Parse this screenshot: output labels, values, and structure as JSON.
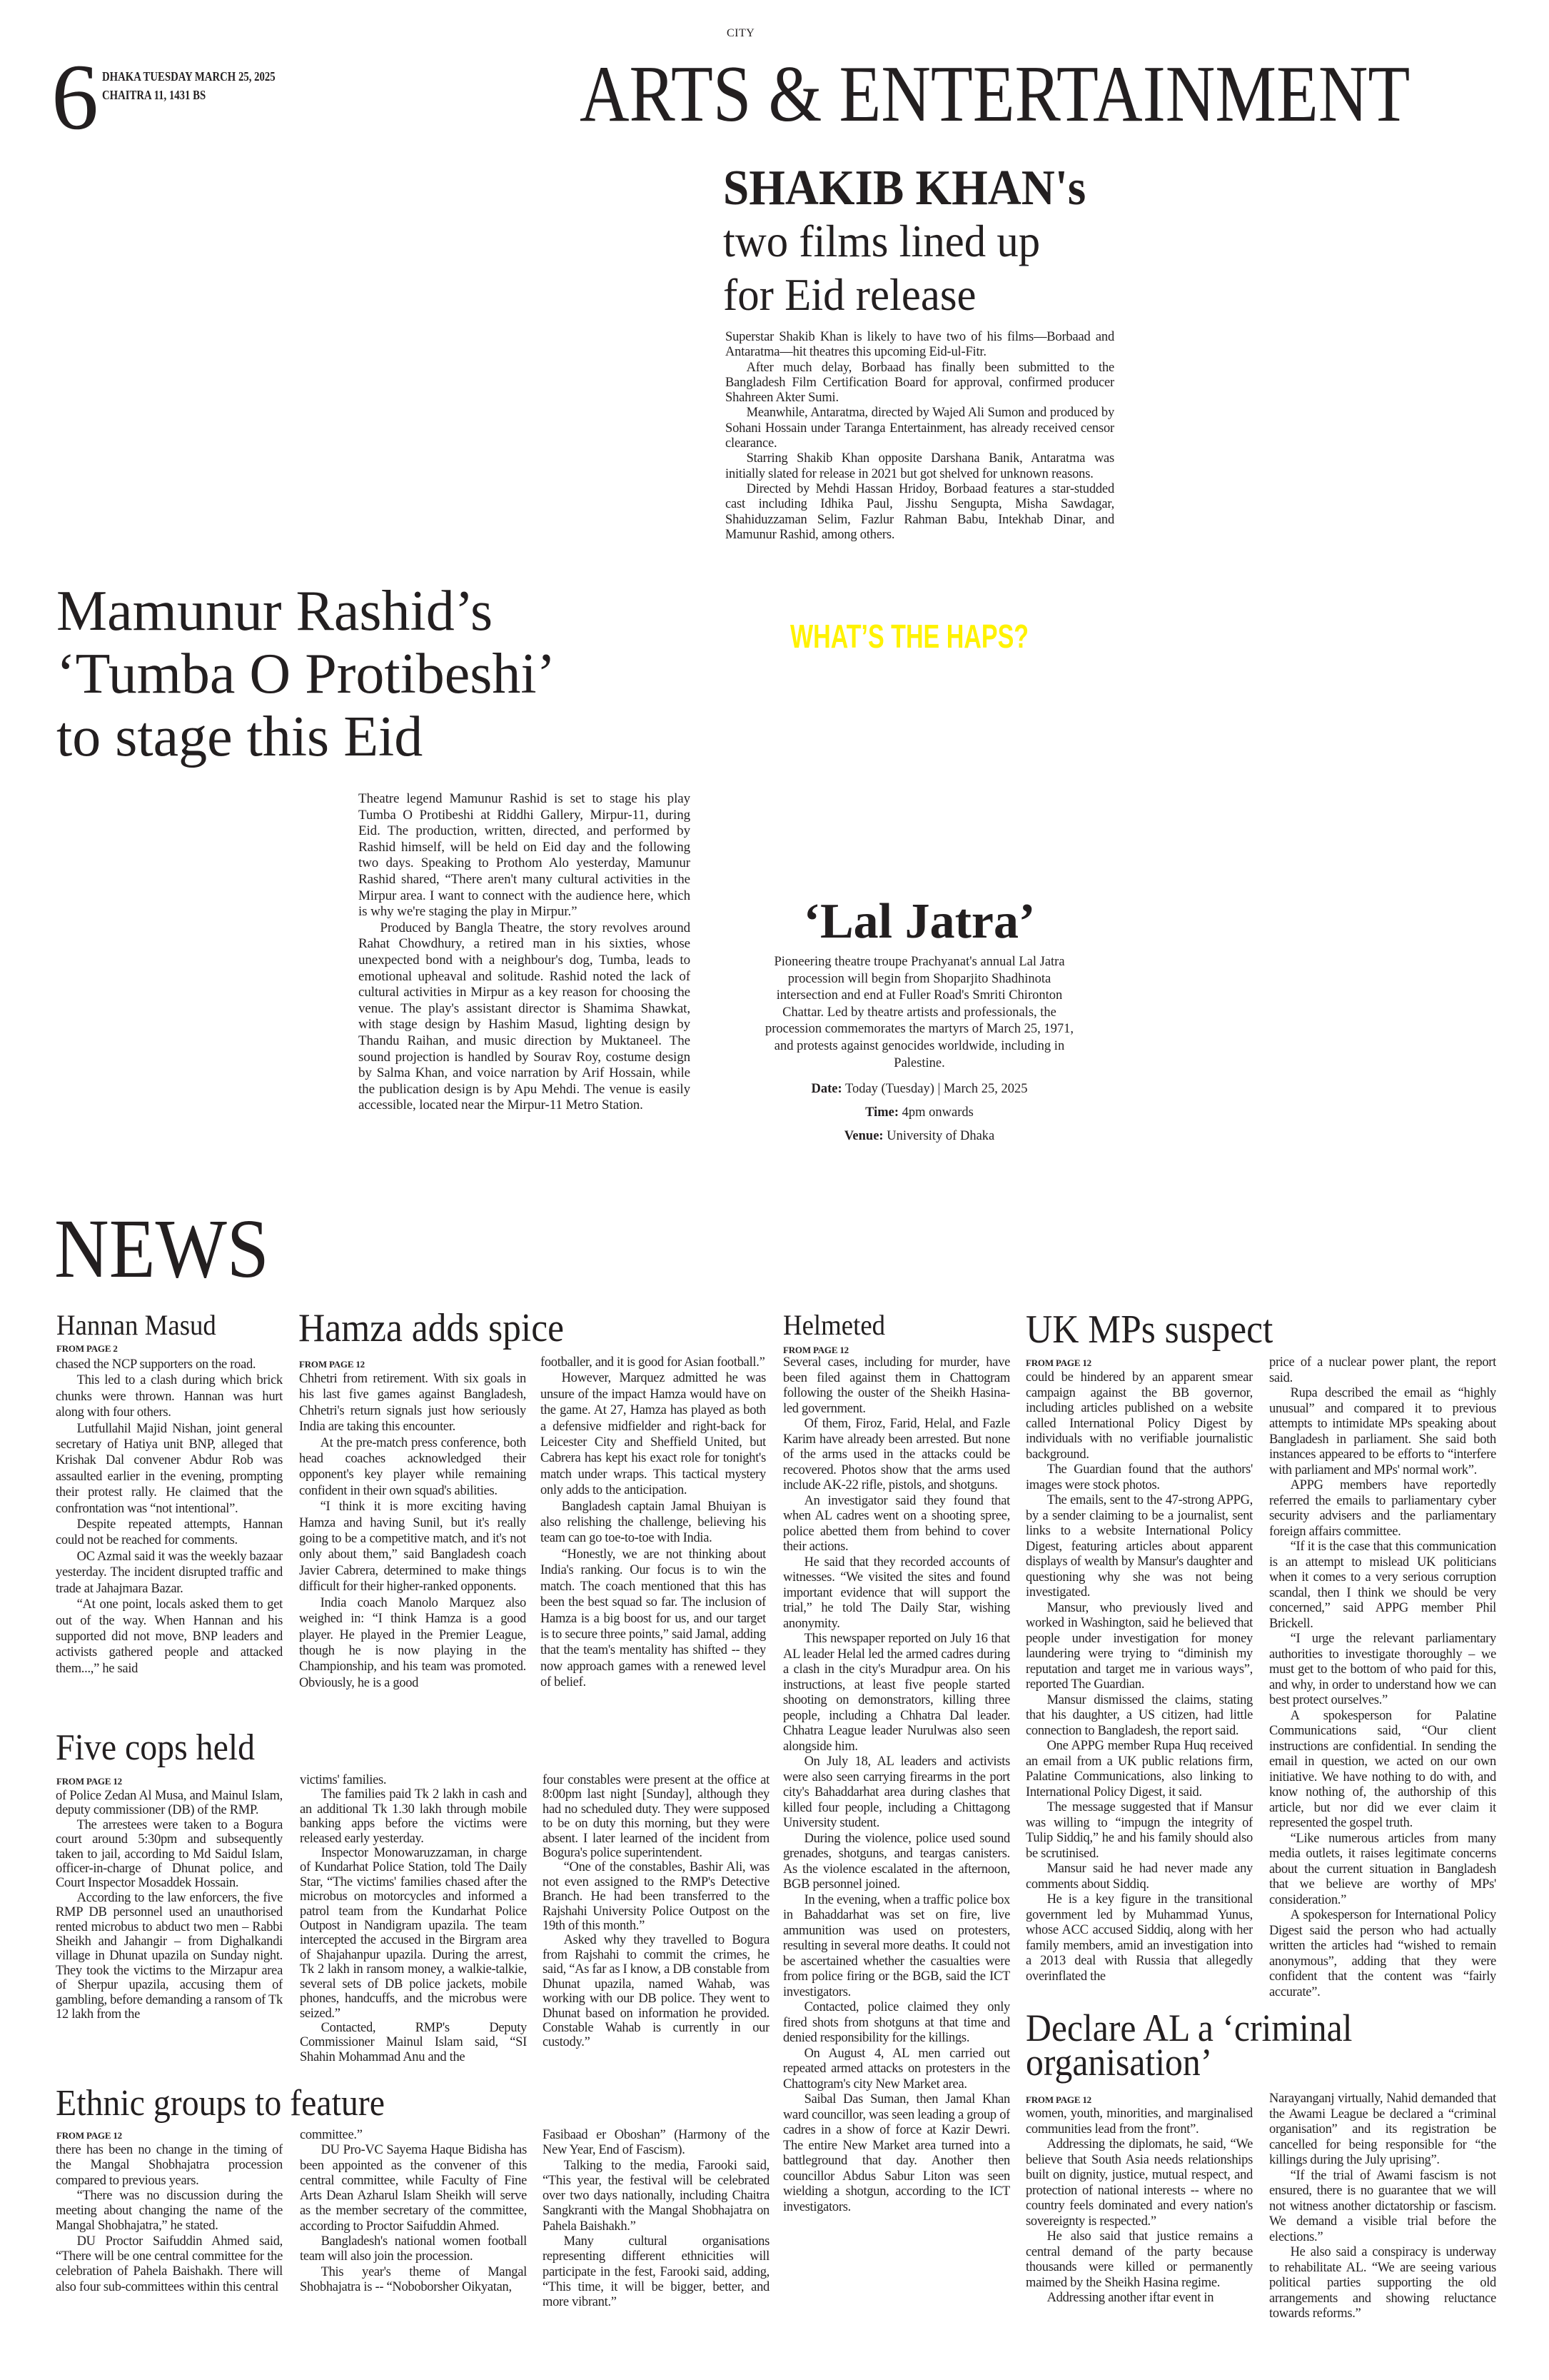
{
  "header": {
    "section_label": "CITY",
    "page_number": "6",
    "date_line": "DHAKA TUESDAY MARCH 25, 2025",
    "bengali_date": "CHAITRA 11, 1431 BS",
    "section_title": "ARTS & ENTERTAINMENT"
  },
  "arts": {
    "shakib": {
      "headline_bold": "SHAKIB KHAN's",
      "headline_line2": "two films lined up",
      "headline_line3": "for Eid release",
      "paragraphs": [
        "Superstar Shakib Khan is likely to have two of his films—Borbaad and Antaratma—hit theatres this upcoming Eid-ul-Fitr.",
        "After much delay, Borbaad has finally been submitted to the Bangladesh Film Certification Board for approval, confirmed producer Shahreen Akter Sumi.",
        "Meanwhile, Antaratma, directed by Wajed Ali Sumon and produced by Sohani Hossain under Taranga Entertainment, has already received censor clearance.",
        "Starring Shakib Khan opposite Darshana Banik, Antaratma was initially slated for release in 2021 but got shelved for unknown reasons.",
        "Directed by Mehdi Hassan Hridoy, Borbaad features a star-studded cast including Idhika Paul, Jisshu Sengupta, Misha Sawdagar, Shahiduzzaman Selim, Fazlur Rahman Babu, Intekhab Dinar, and Mamunur Rashid, among others."
      ]
    },
    "mamunur": {
      "headline_lines": [
        "Mamunur Rashid’s",
        "‘Tumba O Protibeshi’",
        "to stage this Eid"
      ],
      "paragraphs": [
        "Theatre legend Mamunur Rashid is set to stage his play Tumba O Protibeshi at Riddhi Gallery, Mirpur-11, during Eid. The production, written, directed, and performed by Rashid himself, will be held on Eid day and the following two days. Speaking to Prothom Alo yesterday, Mamunur Rashid shared, “There aren't many cultural activities in the Mirpur area. I want to connect with the audience here, which is why we're staging the play in Mirpur.”",
        "Produced by Bangla Theatre, the story revolves around Rahat Chowdhury, a retired man in his sixties, whose unexpected bond with a neighbour's dog, Tumba, leads to emotional upheaval and solitude. Rashid noted the lack of cultural activities in Mirpur as a key reason for choosing the venue. The play's assistant director is Shamima Shawkat, with stage design by Hashim Masud, lighting design by Thandu Raihan, and music direction by Muktaneel. The sound projection is handled by Sourav Roy, costume design by Salma Khan, and voice narration by Arif Hossain, while the publication design is by Apu Mehdi. The venue is easily accessible, located near the Mirpur-11 Metro Station."
      ]
    },
    "haps": {
      "label": "WHAT’S THE HAPS?",
      "color": "#fff200",
      "title": "‘Lal Jatra’",
      "body": "Pioneering theatre troupe Prachyanat's annual Lal Jatra procession will begin from Shoparjito Shadhinota intersection and end at Fuller Road's Smriti Chironton Chattar. Led by theatre artists and professionals, the procession commemorates the martyrs of March 25, 1971, and protests against genocides worldwide, including in Palestine.",
      "date_label": "Date:",
      "date_value": "Today (Tuesday) | March 25, 2025",
      "time_label": "Time:",
      "time_value": "4pm onwards",
      "venue_label": "Venue:",
      "venue_value": "University of Dhaka"
    }
  },
  "news": {
    "section_title": "NEWS",
    "articles": [
      {
        "headline": "Hannan Masud",
        "from_page": "FROM PAGE 2",
        "columns": [
          {
            "continues": true,
            "paragraphs": [
              "chased the NCP supporters on the road.",
              "This led to a clash during which brick chunks were thrown. Hannan was hurt along with four others.",
              "Lutfullahil Majid Nishan, joint general secretary of Hatiya unit BNP, alleged that Krishak Dal convener Abdur Rob was assaulted earlier in the evening, prompting their protest rally. He claimed that the confrontation was “not intentional”.",
              "Despite repeated attempts, Hannan could not be reached for comments.",
              "OC Azmal said it was the weekly bazaar yesterday. The incident disrupted traffic and trade at Jahajmara Bazar.",
              "“At one point, locals asked them to get out of the way. When Hannan and his supported did not move, BNP leaders and activists gathered people and attacked them...,” he said"
            ]
          }
        ]
      },
      {
        "headline": "Hamza adds spice",
        "from_page": "FROM PAGE 12",
        "columns": [
          {
            "continues": true,
            "paragraphs": [
              "Chhetri from retirement. With six goals in his last five games against Bangladesh, Chhetri's return signals just how seriously India are taking this encounter.",
              "At the pre-match press conference, both head coaches acknowledged their opponent's key player while remaining confident in their own squad's abilities.",
              "“I think it is more exciting having Hamza and having Sunil, but it's really going to be a competitive match, and it's not only about them,” said Bangladesh coach Javier Cabrera, determined to make things difficult for their higher-ranked opponents.",
              "India coach Manolo Marquez also weighed in: “I think Hamza is a good player. He played in the Premier League, though he is now playing in the Championship, and his team was promoted. Obviously, he is a good"
            ]
          },
          {
            "continues": true,
            "paragraphs": [
              "footballer, and it is good for Asian football.”",
              "However, Marquez admitted he was unsure of the impact Hamza would have on the game. At 27, Hamza has played as both a defensive midfielder and right-back for Leicester City and Sheffield United, but Cabrera has kept his exact role for tonight's match under wraps. This tactical mystery only adds to the anticipation.",
              "Bangladesh captain Jamal Bhuiyan is also relishing the challenge, believing his team can go toe-to-toe with India.",
              "“Honestly, we are not thinking about India's ranking. Our focus is to win the match. The coach mentioned that this has been the best squad so far. The inclusion of Hamza is a big boost for us, and our target is to secure three points,” said Jamal, adding that the team's mentality has shifted -- they now approach games with a renewed level of belief."
            ]
          }
        ]
      },
      {
        "headline": "Five cops held",
        "from_page": "FROM PAGE 12",
        "columns": [
          {
            "continues": true,
            "paragraphs": [
              "of Police Zedan Al Musa, and Mainul Islam, deputy commissioner (DB) of the RMP.",
              "The arrestees were taken to a Bogura court around 5:30pm and subsequently taken to jail, according to Md Saidul Islam, officer-in-charge of Dhunat police, and Court Inspector Mosaddek Hossain.",
              "According to the law enforcers, the five RMP DB personnel used an unauthorised rented microbus to abduct two men – Rabbi Sheikh and Jahangir – from Dighalkandi village in Dhunat upazila on Sunday night. They took the victims to the Mirzapur area of Sherpur upazila, accusing them of gambling, before demanding a ransom of Tk 12 lakh from the"
            ]
          },
          {
            "continues": true,
            "paragraphs": [
              "victims' families.",
              "The families paid Tk 2 lakh in cash and an additional Tk 1.30 lakh through mobile banking apps before the victims were released early yesterday.",
              "Inspector Monowaruzzaman, in charge of Kundarhat Police Station, told The Daily Star, “The victims' families chased after the microbus on motorcycles and informed a patrol team from the Kundarhat Police Outpost in Nandigram upazila. The team intercepted the accused in the Birgram area of Shajahanpur upazila. During the arrest, Tk 2 lakh in ransom money, a walkie-talkie, several sets of DB police jackets, mobile phones, handcuffs, and the microbus were seized.”",
              "Contacted, RMP's Deputy Commissioner Mainul Islam said, “SI Shahin Mohammad Anu and the"
            ]
          },
          {
            "continues": true,
            "paragraphs": [
              "four constables were present at the office at 8:00pm last night [Sunday], although they had no scheduled duty. They were supposed to be on duty this morning, but they were absent. I later learned of the incident from Bogura's police superintendent.",
              "“One of the constables, Bashir Ali, was not even assigned to the RMP's Detective Branch. He had been transferred to the Rajshahi University Police Outpost on the 19th of this month.”",
              "Asked why they travelled to Bogura from Rajshahi to commit the crimes, he said, “As far as I know, a DB constable from Dhunat upazila, named Wahab, was working with our DB police. They went to Dhunat based on information he provided. Constable Wahab is currently in our custody.”"
            ]
          }
        ]
      },
      {
        "headline": "Ethnic groups to feature",
        "from_page": "FROM PAGE 12",
        "columns": [
          {
            "continues": true,
            "paragraphs": [
              "there has been no change in the timing of the Mangal Shobhajatra procession compared to previous years.",
              "“There was no discussion during the meeting about changing the name of the Mangal Shobhajatra,” he stated.",
              "DU Proctor Saifuddin Ahmed said, “There will be one central committee for the celebration of Pahela Baishakh. There will also four sub-committees within this central"
            ]
          },
          {
            "continues": true,
            "paragraphs": [
              "committee.”",
              "DU Pro-VC Sayema Haque Bidisha has been appointed as the convener of this central committee, while Faculty of Fine Arts Dean Azharul Islam Sheikh will serve as the member secretary of the committee, according to Proctor Saifuddin Ahmed.",
              "Bangladesh's national women football team will also join the procession.",
              "This year's theme of Mangal Shobhajatra is -- “Noboborsher Oikyatan,"
            ]
          },
          {
            "continues": true,
            "paragraphs": [
              "Fasibaad er Oboshan” (Harmony of the New Year, End of Fascism).",
              "Talking to the media, Farooki said, “This year, the festival will be celebrated over two days nationally, including Chaitra Sangkranti with the Mangal Shobhajatra on Pahela Baishakh.”",
              "Many cultural organisations representing different ethnicities will participate in the fest, Farooki said, adding, “This time, it will be bigger, better, and more vibrant.”"
            ]
          }
        ]
      },
      {
        "headline": "Helmeted",
        "from_page": "FROM PAGE 12",
        "columns": [
          {
            "continues": true,
            "paragraphs": [
              "Several cases, including for murder, have been filed against them in Chattogram following the ouster of the Sheikh Hasina-led government.",
              "Of them, Firoz, Farid, Helal, and Fazle Karim have already been arrested. But none of the arms used in the attacks could be recovered. Photos show that the arms used include AK-22 rifle, pistols, and shotguns.",
              "An investigator said they found that when AL cadres went on a shooting spree, police abetted them from behind to cover their actions.",
              "He said that they recorded accounts of witnesses. “We visited the sites and found important evidence that will support the trial,” he told The Daily Star, wishing anonymity.",
              "This newspaper reported on July 16 that AL leader Helal led the armed cadres during a clash in the city's Muradpur area. On his instructions, at least five people started shooting on demonstrators, killing three people, including a Chhatra Dal leader. Chhatra League leader Nurulwas also seen alongside him.",
              "On July 18, AL leaders and activists were also seen carrying firearms in the port city's Bahaddarhat area during clashes that killed four people, including a Chittagong University student.",
              "During the violence, police used sound grenades, shotguns, and teargas canisters. As the violence escalated in the afternoon, BGB personnel joined.",
              "In the evening, when a traffic police box in Bahaddarhat was set on fire, live ammunition was used on protesters, resulting in several more deaths. It could not be ascertained whether the casualties were from police firing or the BGB, said the ICT investigators.",
              "Contacted, police claimed they only fired shots from shotguns at that time and denied responsibility for the killings.",
              "On August 4, AL men carried out repeated armed attacks on protesters in the Chattogram's city New Market area.",
              "Saibal Das Suman, then Jamal Khan ward councillor, was seen leading a group of cadres in a show of force at Kazir Dewri. The entire New Market area turned into a battleground that day. Another then councillor Abdus Sabur Liton was seen wielding a shotgun, according to the ICT investigators."
            ]
          }
        ]
      },
      {
        "headline": "UK MPs suspect",
        "from_page": "FROM PAGE 12",
        "columns": [
          {
            "continues": true,
            "paragraphs": [
              "could be hindered by an apparent smear campaign against the BB governor, including articles published on a website called International Policy Digest by individuals with no verifiable journalistic background.",
              "The Guardian found that the authors' images were stock photos.",
              "The emails, sent to the 47-strong APPG, by a sender claiming to be a journalist, sent links to a website International Policy Digest, featuring articles about apparent displays of wealth by Mansur's daughter and questioning why she was not being investigated.",
              "Mansur, who previously lived and worked in Washington, said he believed that people under investigation for money laundering were trying to “diminish my reputation and target me in various ways”, reported The Guardian.",
              "Mansur dismissed the claims, stating that his daughter, a US citizen, had little connection to Bangladesh, the report said.",
              "One APPG member Rupa Huq received an email from a UK public relations firm, Palatine Communications, also linking to International Policy Digest, it said.",
              "The message suggested that if Mansur was willing to “impugn the integrity of Tulip Siddiq,” he and his family should also be scrutinised.",
              "Mansur said he had never made any comments about Siddiq.",
              "He is a key figure in the transitional government led by Muhammad Yunus, whose ACC accused Siddiq, along with her family members, amid an investigation into a 2013 deal with Russia that allegedly overinflated the"
            ]
          },
          {
            "continues": true,
            "paragraphs": [
              "price of a nuclear power plant, the report said.",
              "Rupa described the email as “highly unusual” and compared it to previous attempts to intimidate MPs speaking about Bangladesh in parliament. She said both instances appeared to be efforts to “interfere with parliament and MPs' normal work”.",
              "APPG members have reportedly referred the emails to parliamentary cyber security advisers and the parliamentary foreign affairs committee.",
              "“If it is the case that this communication is an attempt to mislead UK politicians when it comes to a very serious corruption scandal, then I think we should be very concerned,” said APPG member Phil Brickell.",
              "“I urge the relevant parliamentary authorities to investigate thoroughly – we must get to the bottom of who paid for this, and why, in order to understand how we can best protect ourselves.”",
              "A spokesperson for Palatine Communications said, “Our client instructions are confidential. In sending the email in question, we acted on our own initiative. We have nothing to do with, and know nothing of, the authorship of this article, but nor did we ever claim it represented the gospel truth.",
              "“Like numerous articles from many media outlets, it raises legitimate concerns about the current situation in Bangladesh that we believe are worthy of MPs' consideration.”",
              "A spokesperson for International Policy Digest said the person who had actually written the articles had “wished to remain anonymous”, adding that they were confident that the content was “fairly accurate”."
            ]
          }
        ]
      },
      {
        "headline": "Declare AL a ‘criminal organisation’",
        "headline_lines": [
          "Declare AL a ‘criminal",
          "organisation’"
        ],
        "from_page": "FROM PAGE 12",
        "columns": [
          {
            "continues": true,
            "paragraphs": [
              "women, youth, minorities, and marginalised communities lead from the front”.",
              "Addressing the diplomats, he said, “We believe that South Asia needs relationships built on dignity, justice, mutual respect, and protection of national interests -- where no country feels dominated and every nation's sovereignty is respected.”",
              "He also said that justice remains a central demand of the party because thousands were killed or permanently maimed by the Sheikh Hasina regime.",
              "Addressing another iftar event in"
            ]
          },
          {
            "continues": true,
            "paragraphs": [
              "Narayanganj virtually, Nahid demanded that the Awami League be declared a “criminal organisation” and its registration be cancelled for being responsible for “the killings during the July uprising”.",
              "“If the trial of Awami fascism is not ensured, there is no guarantee that we will not witness another dictatorship or fascism. We demand a visible trial before the elections.”",
              "He also said a conspiracy is underway to rehabilitate AL. “We are seeing various political parties supporting the old arrangements and showing reluctance towards reforms.”"
            ]
          }
        ]
      }
    ]
  }
}
